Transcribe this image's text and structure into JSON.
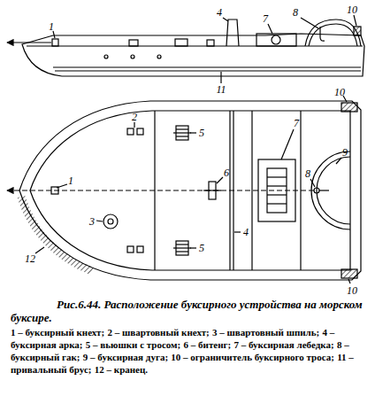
{
  "diagram": {
    "caption": "Рис.6.44. Расположение буксирного устройства на морском буксире.",
    "labels": [
      "1",
      "4",
      "7",
      "8",
      "10",
      "11",
      "2",
      "1",
      "3",
      "5",
      "5",
      "6",
      "4",
      "7",
      "8",
      "9",
      "10",
      "10",
      "12",
      "1 – буксирный кнехт;",
      "2 – швартовный кнехт;",
      "3 – швартовный шпиль;",
      "4 – буксирная арка;",
      "5 – вьюшки с тросом;",
      "6 – битенг;",
      "7 – буксирная лебедка;",
      "8 – буксирный гак;",
      "9 – буксирная дуга;",
      "10 – ограничитель буксирного троса;",
      "11 – привальный брус;",
      "12 – кранец."
    ]
  }
}
